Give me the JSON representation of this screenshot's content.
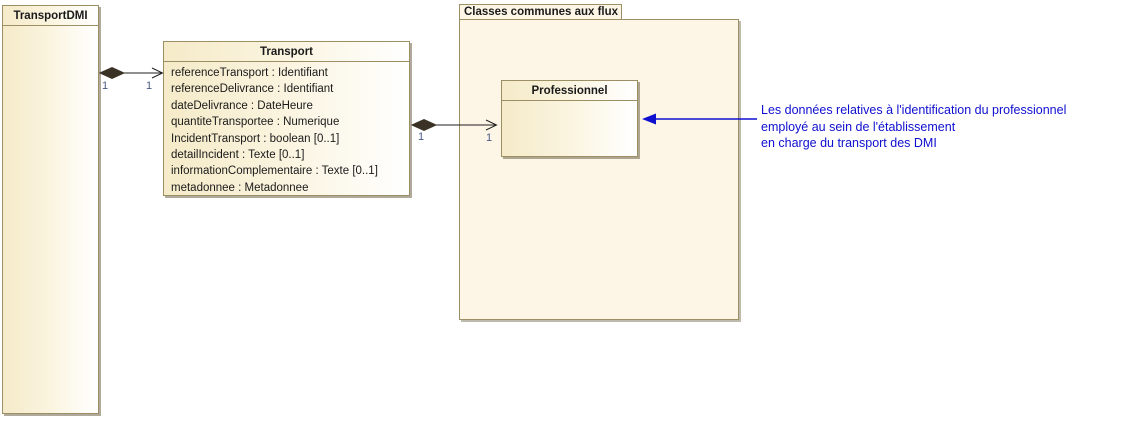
{
  "package": {
    "title": "Classes communes aux flux"
  },
  "classes": {
    "transportdmi": {
      "title": "TransportDMI"
    },
    "transport": {
      "title": "Transport",
      "attributes": [
        "referenceTransport : Identifiant",
        "referenceDelivrance : Identifiant",
        "dateDelivrance : DateHeure",
        "quantiteTransportee : Numerique",
        "IncidentTransport : boolean [0..1]",
        "detailIncident : Texte [0..1]",
        "informationComplementaire : Texte [0..1]",
        "metadonnee : Metadonnee"
      ]
    },
    "professionnel": {
      "title": "Professionnel"
    }
  },
  "connectors": {
    "transportdmi_transport": {
      "type": "composition",
      "source_mult": "1",
      "target_mult": "1"
    },
    "transport_professionnel": {
      "type": "composition",
      "source_mult": "1",
      "target_mult": "1"
    }
  },
  "note": {
    "line1": "Les données relatives à l'identification du professionnel",
    "line2": "employé au sein de l'établissement",
    "line3": "en charge du transport des DMI"
  },
  "colors": {
    "note_blue": "#0f0fd0",
    "box_border": "#9b8f63",
    "class_fill_gradient_start": "#f5ebc9",
    "class_fill_gradient_end": "#ffffff",
    "package_fill": "#fdf6e7",
    "connector_line": "#1f1f1f",
    "diamond_fill": "#3b3226",
    "multiplicity_label": "#4a5a85"
  }
}
